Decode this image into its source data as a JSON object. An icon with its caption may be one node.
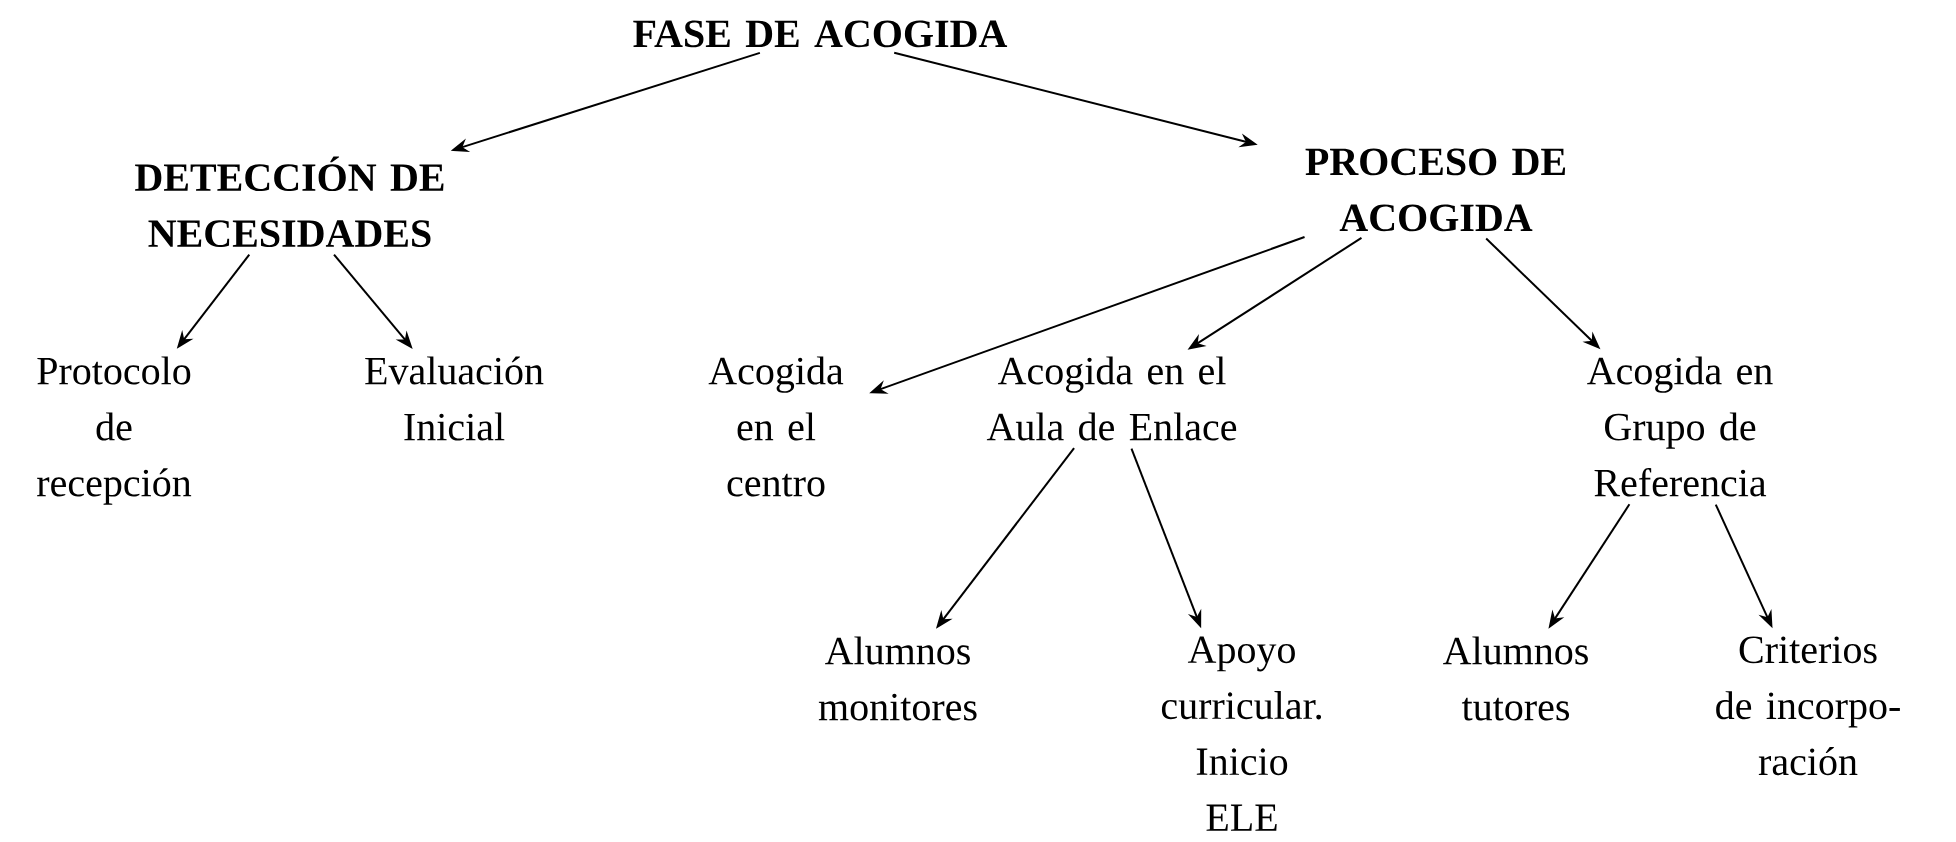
{
  "diagram": {
    "nodes": [
      {
        "text": [
          "FASE DE ACOGIDA"
        ]
      },
      {
        "text": [
          "DETECCIÓN DE NECESIDADES"
        ]
      },
      {
        "text": [
          "PROCESO DE ACOGIDA"
        ]
      },
      {
        "text": [
          "Protocolo de recepción"
        ]
      },
      {
        "text": [
          "Evaluación Inicial"
        ]
      },
      {
        "text": [
          "Acogida en el centro"
        ]
      },
      {
        "text": [
          "Acogida en el Aula de Enlace"
        ]
      },
      {
        "text": [
          "Acogida en Grupo de Referencia"
        ]
      },
      {
        "text": [
          "Alumnos monitores"
        ]
      },
      {
        "text": [
          "Apoyo curricular. Inicio ELE"
        ]
      },
      {
        "text": [
          "Alumnos tutores"
        ]
      },
      {
        "text": [
          "Criterios de incorpo-ración"
        ]
      }
    ],
    "edges": [
      {
        "from": 0,
        "to": 1,
        "arrow": "to"
      },
      {
        "from": 0,
        "to": 2,
        "arrow": "to"
      },
      {
        "from": 1,
        "to": 3,
        "arrow": "to"
      },
      {
        "from": 1,
        "to": 4,
        "arrow": "to"
      },
      {
        "from": 2,
        "to": 5,
        "arrow": "to"
      },
      {
        "from": 2,
        "to": 6,
        "arrow": "to"
      },
      {
        "from": 2,
        "to": 7,
        "arrow": "to"
      },
      {
        "from": 6,
        "to": 8,
        "arrow": "to"
      },
      {
        "from": 6,
        "to": 9,
        "arrow": "to"
      },
      {
        "from": 7,
        "to": 10,
        "arrow": "to"
      },
      {
        "from": 7,
        "to": 11,
        "arrow": "to"
      }
    ]
  }
}
